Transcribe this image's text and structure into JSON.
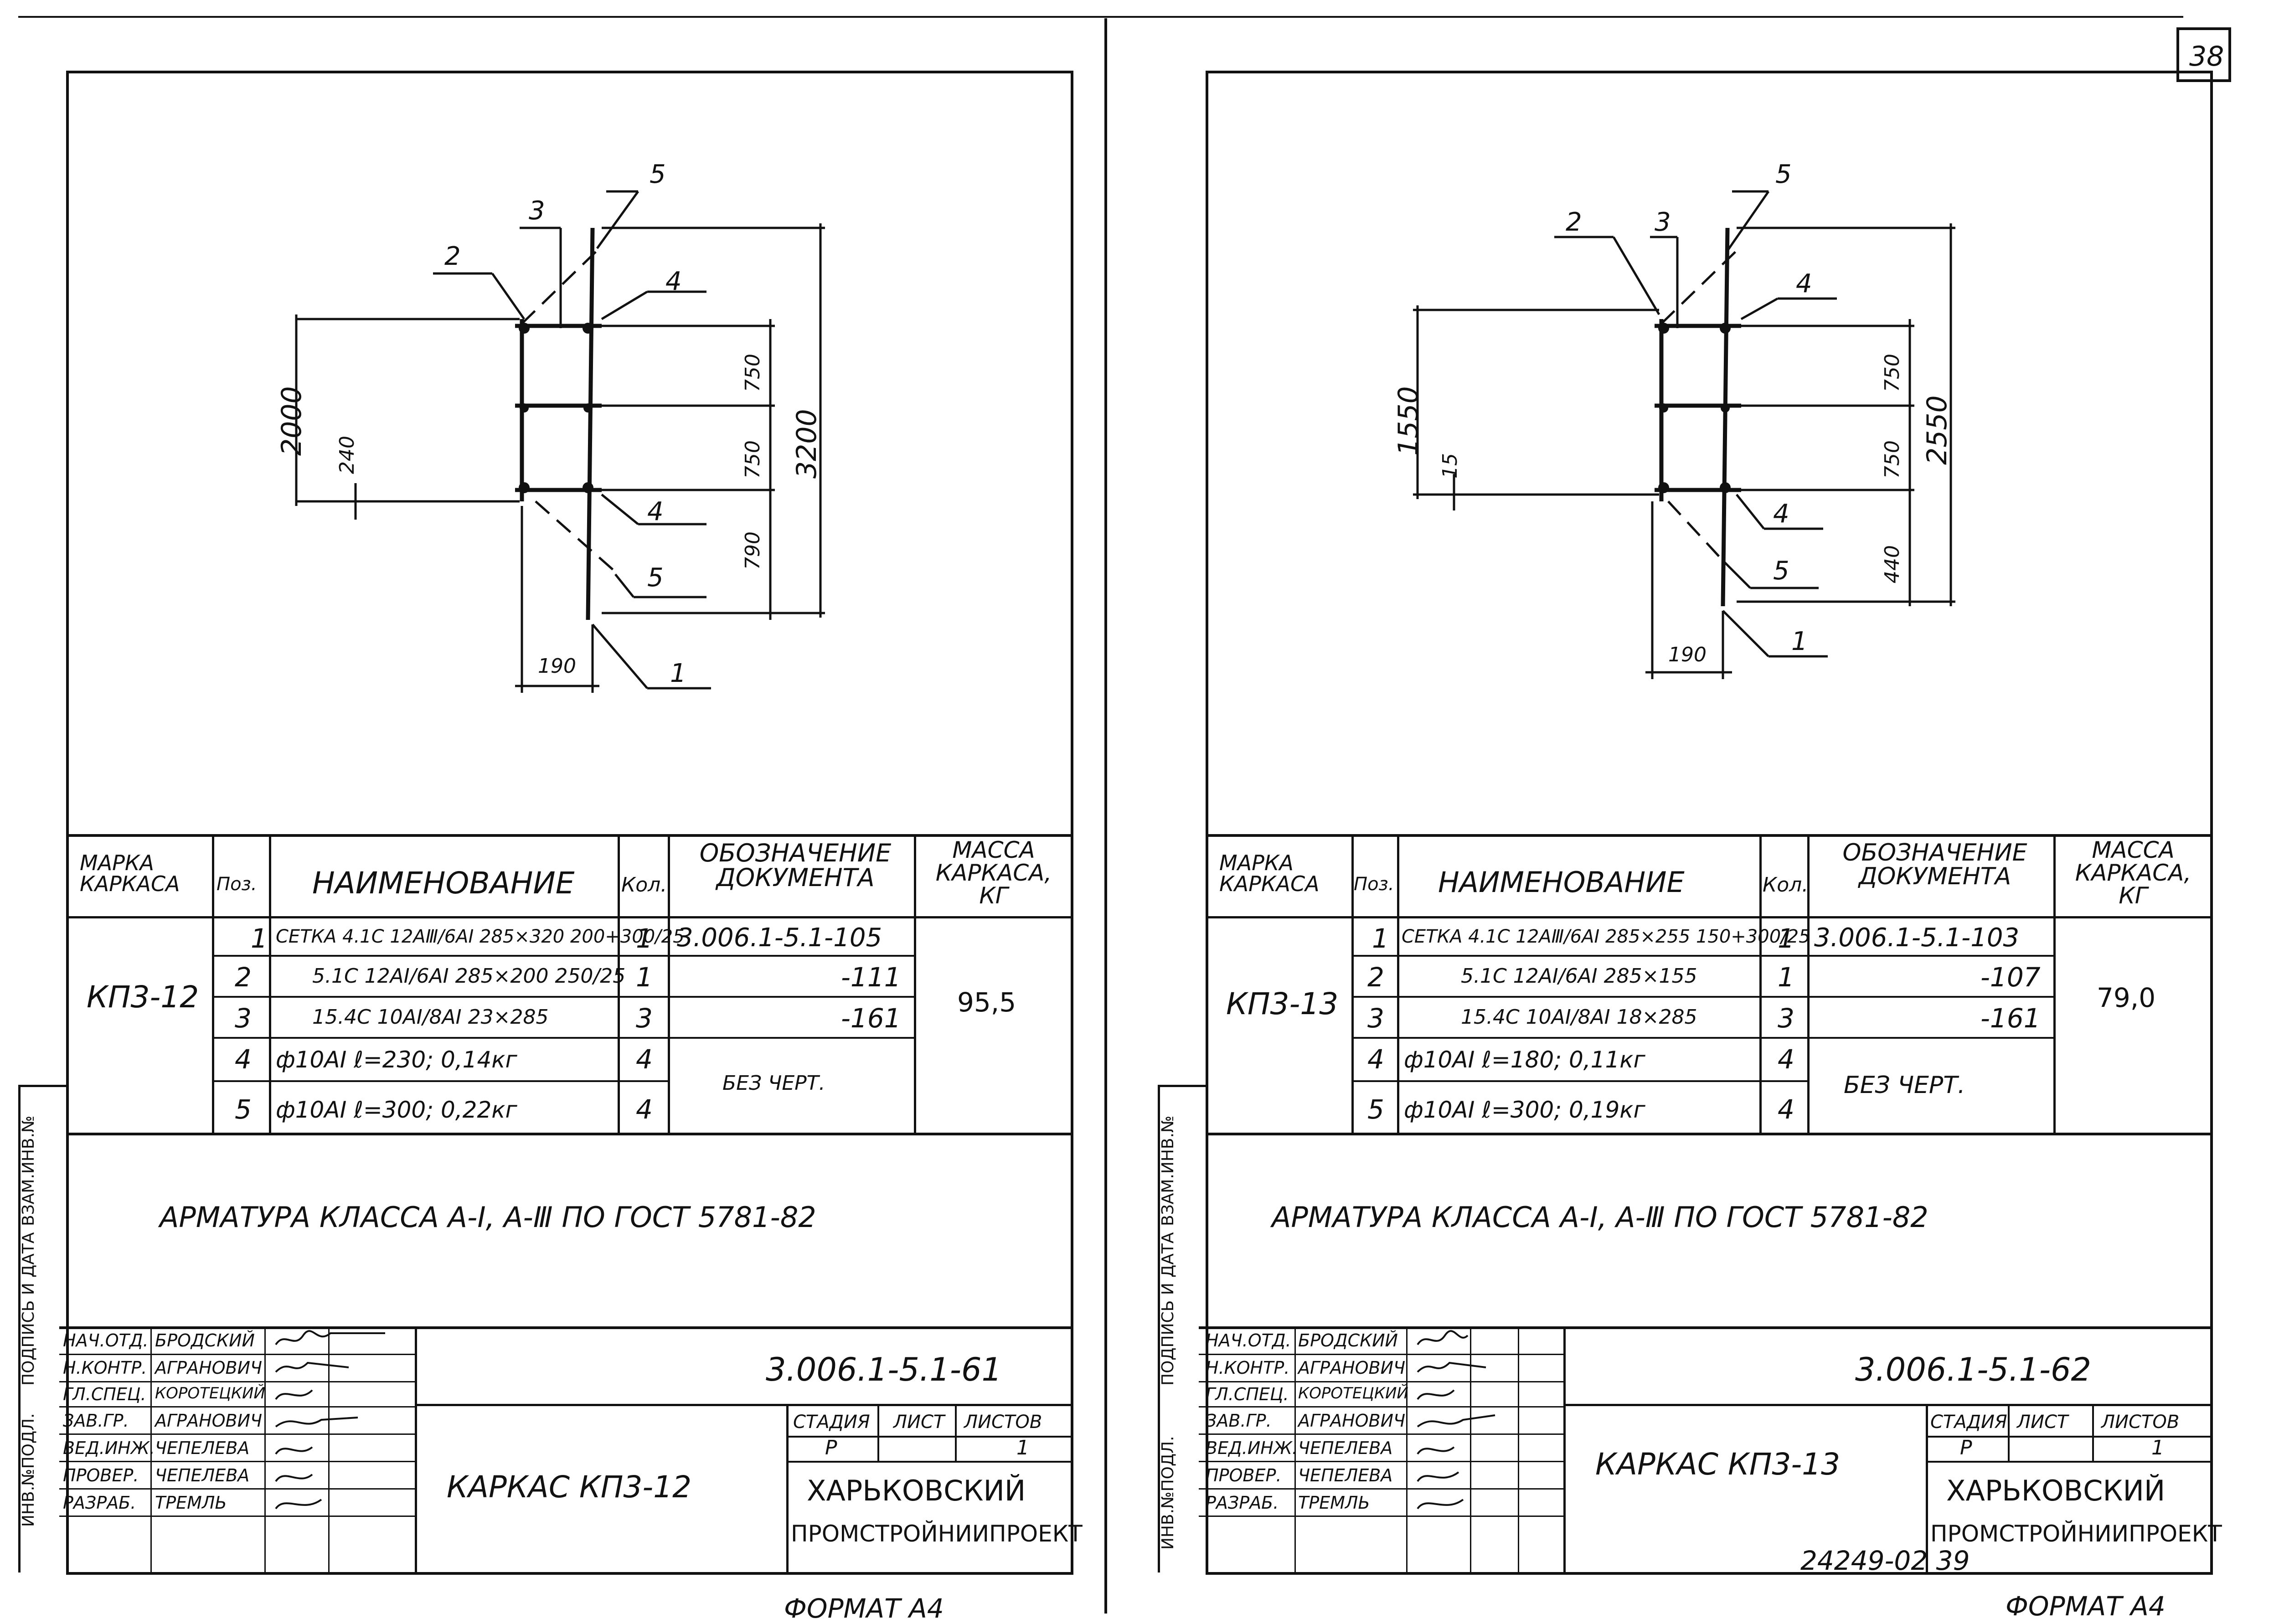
{
  "page_number": "38",
  "sheets": [
    {
      "id": "left",
      "drawing": {
        "dims": {
          "h_total": "2000",
          "offset": "240",
          "s1": "750",
          "s2": "750",
          "s3": "790",
          "total": "3200",
          "width": "190"
        },
        "callouts": [
          "1",
          "2",
          "3",
          "4",
          "4",
          "5",
          "5"
        ]
      },
      "table": {
        "headers": {
          "mark": "МАРКА КАРКАСА",
          "pos": "Поз.",
          "name": "НАИМЕНОВАНИЕ",
          "qty": "Кол.",
          "doc": "ОБОЗНАЧЕНИЕ ДОКУМЕНТА",
          "mass": "МАССА КАРКАСА, КГ"
        },
        "mark": "КП3-12",
        "mass": "95,5",
        "rows": [
          {
            "pos": "1",
            "name": "СЕТКА 4.1С 12АⅢ/6АⅠ 285×320 200+300/25",
            "qty": "1",
            "doc": "3.006.1-5.1-105"
          },
          {
            "pos": "2",
            "name": "5.1С 12АⅠ/6АⅠ 285×200 250/25",
            "qty": "1",
            "doc": "-111"
          },
          {
            "pos": "3",
            "name": "15.4С 10АⅠ/8АⅠ 23×285",
            "qty": "3",
            "doc": "-161"
          },
          {
            "pos": "4",
            "name": "ф10АⅠ ℓ=230; 0,14кг",
            "qty": "4",
            "doc": "БЕЗ ЧЕРТ."
          },
          {
            "pos": "5",
            "name": "ф10АⅠ ℓ=300; 0,22кг",
            "qty": "4",
            "doc": ""
          }
        ]
      },
      "note": "АРМАТУРА КЛАССА А-Ⅰ, А-Ⅲ ПО ГОСТ 5781-82",
      "titleblock": {
        "code": "3.006.1-5.1-61",
        "title": "КАРКАС КП3-12",
        "stage_label": "СТАДИЯ",
        "sheet_label": "ЛИСТ",
        "sheets_label": "ЛИСТОВ",
        "stage": "Р",
        "sheet": "1",
        "org1": "ХАРЬКОВСКИЙ",
        "org2": "ПРОМСТРОЙНИИПРОЕКТ",
        "roles": [
          {
            "role": "НАЧ.ОТД.",
            "name": "БРОДСКИЙ"
          },
          {
            "role": "Н.КОНТР.",
            "name": "АГРАНОВИЧ"
          },
          {
            "role": "ГЛ.СПЕЦ.",
            "name": "КОРОТЕЦКИЙ"
          },
          {
            "role": "ЗАВ.ГР.",
            "name": "АГРАНОВИЧ"
          },
          {
            "role": "ВЕД.ИНЖ.",
            "name": "ЧЕПЕЛЕВА"
          },
          {
            "role": "ПРОВЕР.",
            "name": "ЧЕПЕЛЕВА"
          },
          {
            "role": "РАЗРАБ.",
            "name": "ТРЕМЛЬ"
          }
        ]
      },
      "side_labels": [
        "ВЗАМ.ИНВ.№",
        "ПОДПИСЬ И ДАТА",
        "ИНВ.№ПОДЛ."
      ],
      "format": "ФОРМАТ А4"
    },
    {
      "id": "right",
      "drawing": {
        "dims": {
          "h_total": "1550",
          "offset": "15",
          "s1": "750",
          "s2": "750",
          "s3": "440",
          "total": "2550",
          "width": "190"
        },
        "callouts": [
          "1",
          "2",
          "3",
          "4",
          "4",
          "5",
          "5"
        ]
      },
      "table": {
        "headers": {
          "mark": "МАРКА КАРКАСА",
          "pos": "Поз.",
          "name": "НАИМЕНОВАНИЕ",
          "qty": "Кол.",
          "doc": "ОБОЗНАЧЕНИЕ ДОКУМЕНТА",
          "mass": "МАССА КАРКАСА, КГ"
        },
        "mark": "КП3-13",
        "mass": "79,0",
        "rows": [
          {
            "pos": "1",
            "name": "СЕТКА 4.1С 12АⅢ/6АⅠ 285×255 150+300/25",
            "qty": "1",
            "doc": "3.006.1-5.1-103"
          },
          {
            "pos": "2",
            "name": "5.1С 12АⅠ/6АⅠ 285×155",
            "qty": "1",
            "doc": "-107"
          },
          {
            "pos": "3",
            "name": "15.4С 10АⅠ/8АⅠ 18×285",
            "qty": "3",
            "doc": "-161"
          },
          {
            "pos": "4",
            "name": "ф10АⅠ ℓ=180; 0,11кг",
            "qty": "4",
            "doc": "БЕЗ ЧЕРТ."
          },
          {
            "pos": "5",
            "name": "ф10АⅠ ℓ=300; 0,19кг",
            "qty": "4",
            "doc": ""
          }
        ]
      },
      "note": "АРМАТУРА КЛАССА А-Ⅰ, А-Ⅲ ПО ГОСТ 5781-82",
      "titleblock": {
        "code": "3.006.1-5.1-62",
        "title": "КАРКАС КП3-13",
        "stage_label": "СТАДИЯ",
        "sheet_label": "ЛИСТ",
        "sheets_label": "ЛИСТОВ",
        "stage": "Р",
        "sheet": "1",
        "org1": "ХАРЬКОВСКИЙ",
        "org2": "ПРОМСТРОЙНИИПРОЕКТ",
        "roles": [
          {
            "role": "НАЧ.ОТД.",
            "name": "БРОДСКИЙ"
          },
          {
            "role": "Н.КОНТР.",
            "name": "АГРАНОВИЧ"
          },
          {
            "role": "ГЛ.СПЕЦ.",
            "name": "КОРОТЕЦКИЙ"
          },
          {
            "role": "ЗАВ.ГР.",
            "name": "АГРАНОВИЧ"
          },
          {
            "role": "ВЕД.ИНЖ.",
            "name": "ЧЕПЕЛЕВА"
          },
          {
            "role": "ПРОВЕР.",
            "name": "ЧЕПЕЛЕВА"
          },
          {
            "role": "РАЗРАБ.",
            "name": "ТРЕМЛЬ"
          }
        ]
      },
      "side_labels": [
        "ВЗАМ.ИНВ.№",
        "ПОДПИСЬ И ДАТА",
        "ИНВ.№ПОДЛ."
      ],
      "bottom_code": "24249-02 39",
      "format": "ФОРМАТ А4"
    }
  ]
}
